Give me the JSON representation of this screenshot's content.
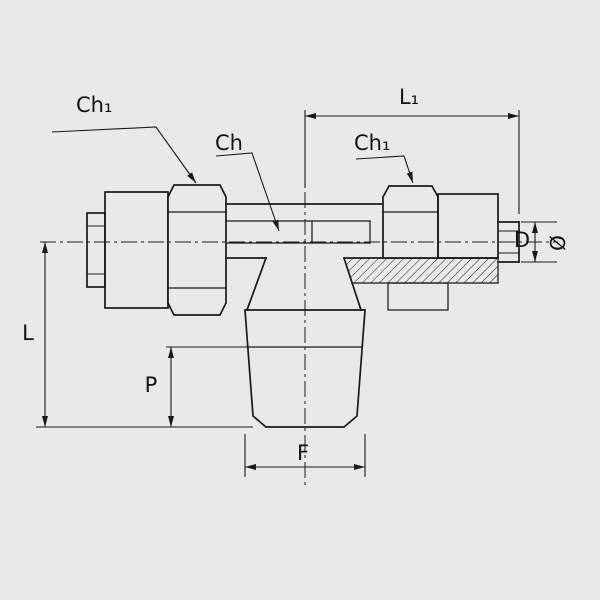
{
  "diagram": {
    "background_color": "#e9e9e9",
    "line_color": "#1a1a1a",
    "text_color": "#111111",
    "labels": {
      "ch1_left": "Ch₁",
      "ch_center": "Ch",
      "l1_top": "L₁",
      "ch1_right": "Ch₁",
      "d_right": "D",
      "diameter_symbol": "Ø",
      "l_left": "L",
      "p_left": "P",
      "f_bottom": "F"
    }
  }
}
